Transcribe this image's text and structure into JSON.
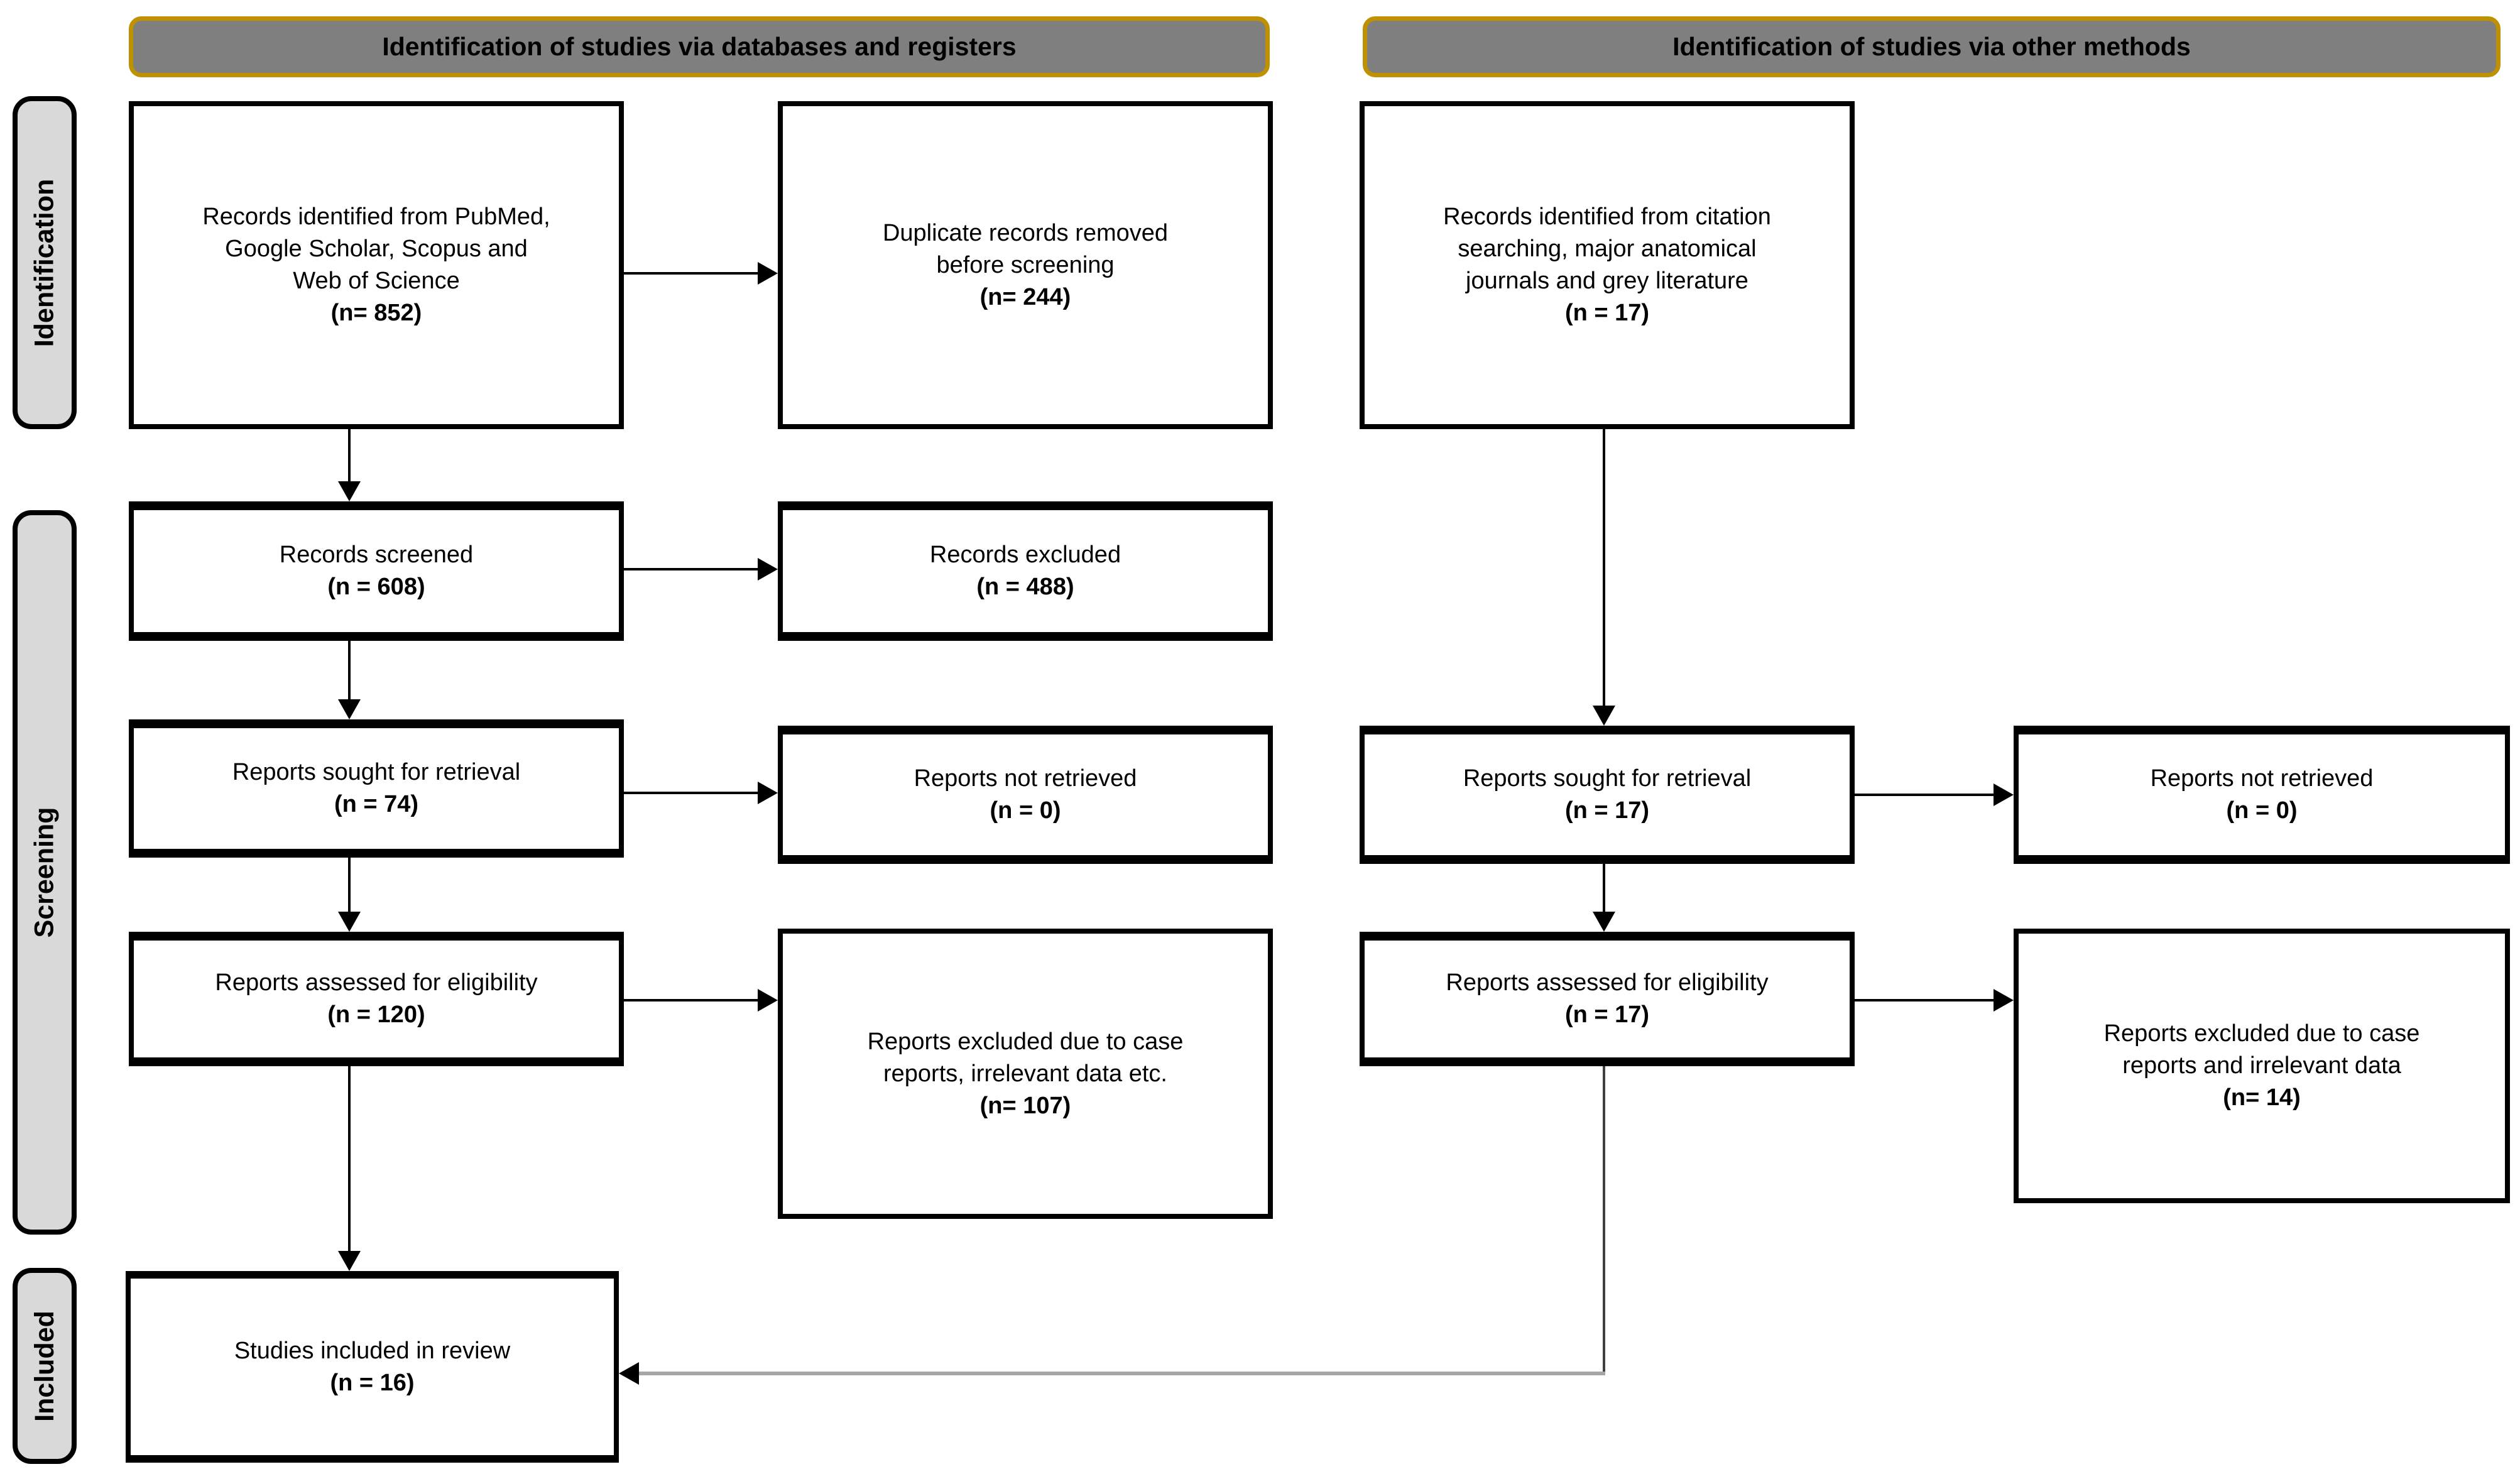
{
  "colors": {
    "header_fill": "#7f7f7f",
    "header_border": "#bf9000",
    "stage_fill": "#d9d9d9",
    "box_border": "#000000",
    "arrow_black": "#000000",
    "arrow_gray": "#a6a6a6",
    "text": "#000000",
    "background": "#ffffff"
  },
  "headers": {
    "databases": "Identification of studies via databases and registers",
    "other": "Identification of studies via other methods"
  },
  "stages": {
    "identification": "Identification",
    "screening": "Screening",
    "included": "Included"
  },
  "boxes": {
    "records_identified": {
      "text": "Records identified from PubMed,\nGoogle Scholar, Scopus and\nWeb of Science",
      "n": "(n= 852)"
    },
    "duplicates_removed": {
      "text": "Duplicate records removed\nbefore screening",
      "n": "(n= 244)"
    },
    "records_citation": {
      "text": "Records identified from citation\nsearching, major anatomical\njournals and grey literature",
      "n": "(n = 17)"
    },
    "records_screened": {
      "text": "Records screened",
      "n": "(n = 608)"
    },
    "records_excluded": {
      "text": "Records excluded",
      "n": "(n = 488)"
    },
    "reports_sought_db": {
      "text": "Reports sought for retrieval",
      "n": "(n = 74)"
    },
    "reports_not_retrieved_db": {
      "text": "Reports not retrieved",
      "n": "(n = 0)"
    },
    "reports_assessed_db": {
      "text": "Reports assessed for eligibility",
      "n": "(n = 120)"
    },
    "reports_excluded_db": {
      "text": "Reports excluded due to case\nreports, irrelevant data etc.",
      "n": "(n= 107)"
    },
    "reports_sought_other": {
      "text": "Reports sought for retrieval",
      "n": "(n = 17)"
    },
    "reports_not_retrieved_other": {
      "text": "Reports not retrieved",
      "n": "(n = 0)"
    },
    "reports_assessed_other": {
      "text": "Reports assessed for eligibility",
      "n": "(n = 17)"
    },
    "reports_excluded_other": {
      "text": "Reports excluded due to case\nreports and irrelevant data",
      "n": "(n= 14)"
    },
    "studies_included": {
      "text": "Studies included in review",
      "n": "(n = 16)"
    }
  }
}
